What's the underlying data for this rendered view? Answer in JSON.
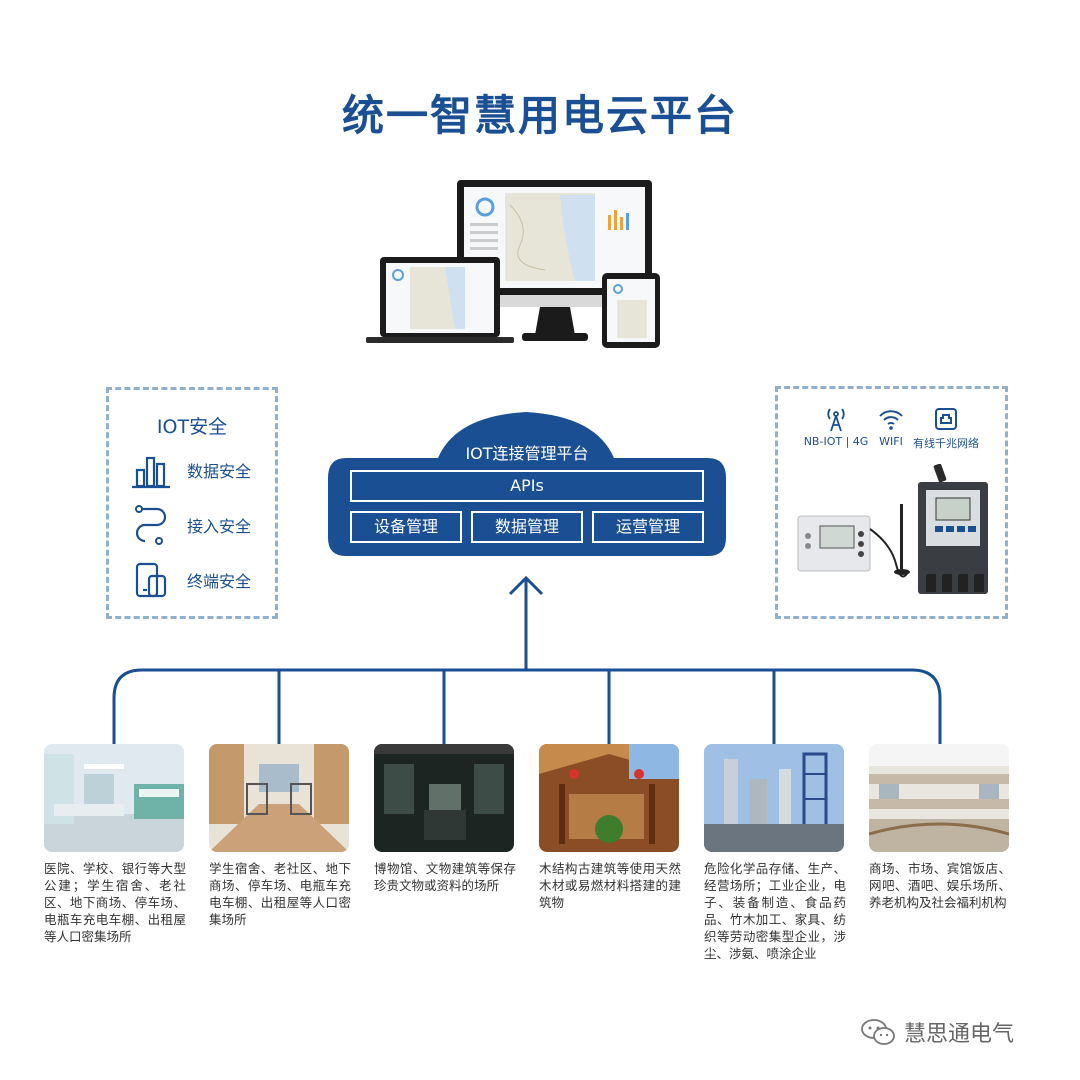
{
  "title": "统一智慧用电云平台",
  "security": {
    "title": "IOT安全",
    "items": [
      {
        "icon": "bar-chart-icon",
        "label": "数据安全"
      },
      {
        "icon": "route-icon",
        "label": "接入安全"
      },
      {
        "icon": "terminal-device-icon",
        "label": "终端安全"
      }
    ]
  },
  "platform": {
    "title": "IOT连接管理平台",
    "apis": "APIs",
    "modules": [
      "设备管理",
      "数据管理",
      "运营管理"
    ]
  },
  "network": {
    "items": [
      {
        "icon": "antenna-icon",
        "label": "NB-IOT | 4G"
      },
      {
        "icon": "wifi-icon",
        "label": "WIFI"
      },
      {
        "icon": "ethernet-icon",
        "label": "有线千兆网络"
      }
    ]
  },
  "scenarios": [
    {
      "image": "hospital-photo",
      "caption": "医院、学校、银行等大型公建；学生宿舍、老社区、地下商场、停车场、电瓶车充电车棚、出租屋等人口密集场所"
    },
    {
      "image": "dormitory-photo",
      "caption": "学生宿舍、老社区、地下商场、停车场、电瓶车充电车棚、出租屋等人口密集场所"
    },
    {
      "image": "museum-photo",
      "caption": "博物馆、文物建筑等保存珍贵文物或资料的场所"
    },
    {
      "image": "wooden-building-photo",
      "caption": "木结构古建筑等使用天然木材或易燃材料搭建的建筑物"
    },
    {
      "image": "chemical-plant-photo",
      "caption": "危险化学品存储、生产、经营场所；工业企业，电子、装备制造、食品药品、竹木加工、家具、纺织等劳动密集型企业，涉尘、涉氨、喷涂企业"
    },
    {
      "image": "mall-photo",
      "caption": "商场、市场、宾馆饭店、网吧、酒吧、娱乐场所、养老机构及社会福利机构"
    }
  ],
  "brand": "慧思通电气",
  "colors": {
    "primary": "#1a4f93",
    "dashed": "#8fb0cf"
  }
}
